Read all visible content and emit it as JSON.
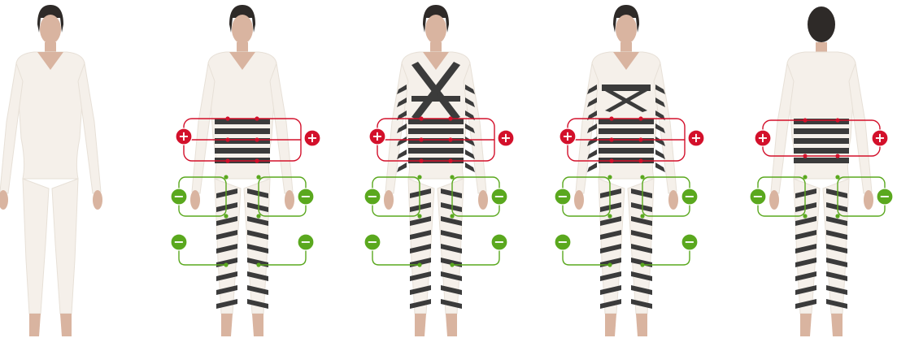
{
  "colors": {
    "background": "#ffffff",
    "suit": "#f5f0ea",
    "suit_shade": "#e7e0d7",
    "skin": "#d9b4a0",
    "hair": "#2e2a28",
    "band": "#3b3b3b",
    "red": "#d3102b",
    "green": "#5aa81e"
  },
  "figures": [
    {
      "view": "front",
      "bands": false,
      "chest_x": "none",
      "red_sign_glyph": "+",
      "green_sign_glyph": "−",
      "red_markers": 0,
      "green_markers": 0
    },
    {
      "view": "front",
      "bands": true,
      "chest_x": "none",
      "red_sign_glyph": "+",
      "green_sign_glyph": "−",
      "red_markers": 2,
      "green_markers": 4
    },
    {
      "view": "front",
      "bands": true,
      "chest_x": "large",
      "red_sign_glyph": "+",
      "green_sign_glyph": "−",
      "red_markers": 2,
      "green_markers": 4
    },
    {
      "view": "front",
      "bands": true,
      "chest_x": "small",
      "red_sign_glyph": "+",
      "green_sign_glyph": "−",
      "red_markers": 2,
      "green_markers": 4
    },
    {
      "view": "back",
      "bands": true,
      "chest_x": "none",
      "red_sign_glyph": "+",
      "green_sign_glyph": "−",
      "red_markers": 2,
      "green_markers": 2
    }
  ]
}
